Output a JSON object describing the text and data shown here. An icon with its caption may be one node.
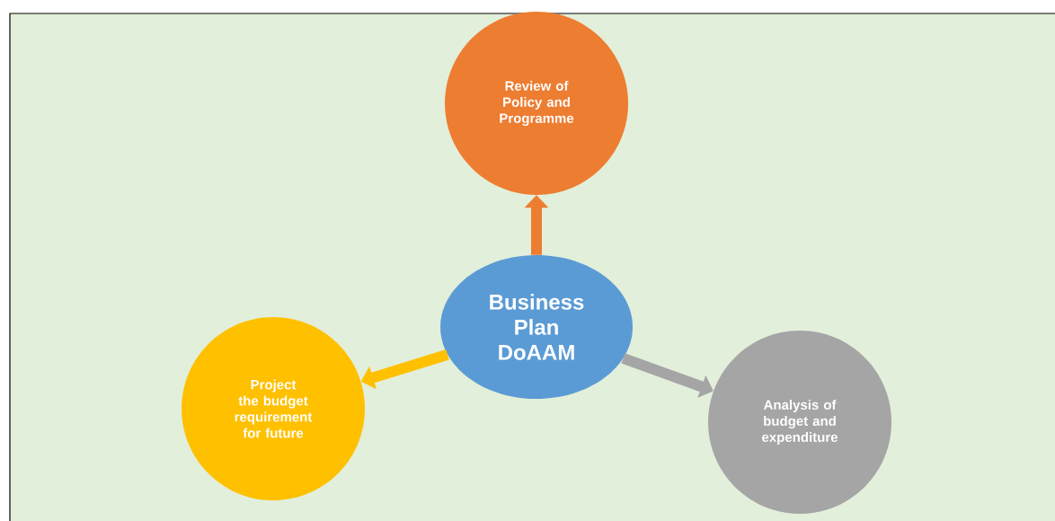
{
  "diagram": {
    "nodes": [
      {
        "text": [
          "Business Plan DoAAM"
        ]
      },
      {
        "text": [
          "Review of Policy and Programme"
        ]
      },
      {
        "text": [
          "Project the budget requirement for future"
        ]
      },
      {
        "text": [
          "Analysis of budget and expenditure"
        ]
      }
    ],
    "edges": [
      {
        "from": 0,
        "to": 1,
        "arrow": "to",
        "color": "#ed7d31"
      },
      {
        "from": 0,
        "to": 2,
        "arrow": "to",
        "color": "#ffc000"
      },
      {
        "from": 0,
        "to": 3,
        "arrow": "to",
        "color": "#a5a5a5"
      }
    ]
  }
}
